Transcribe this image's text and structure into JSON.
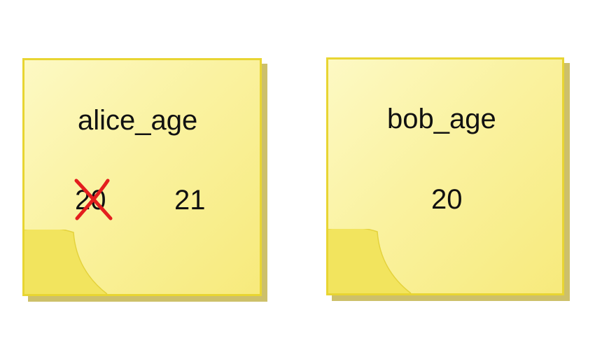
{
  "notes": [
    {
      "label": "alice_age",
      "old_value": "20",
      "new_value": "21"
    },
    {
      "label": "bob_age",
      "value": "20"
    }
  ],
  "colors": {
    "note_fill": "#faf2a0",
    "note_border": "#e8d532",
    "note_shadow": "#cdc06a",
    "strike": "#e31e1e"
  }
}
